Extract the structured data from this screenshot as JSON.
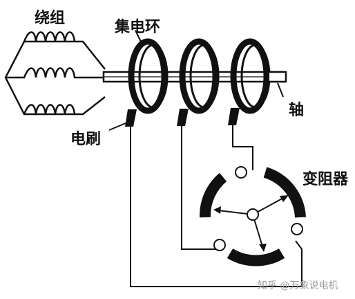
{
  "labels": {
    "winding": "绕组",
    "slip_rings": "集电环",
    "brush": "电刷",
    "shaft": "轴",
    "rheostat": "变阻器"
  },
  "watermark": "知乎 @万象说电机",
  "colors": {
    "ink": "#111111",
    "background": "#ffffff",
    "watermark": "#9a9a9a"
  }
}
